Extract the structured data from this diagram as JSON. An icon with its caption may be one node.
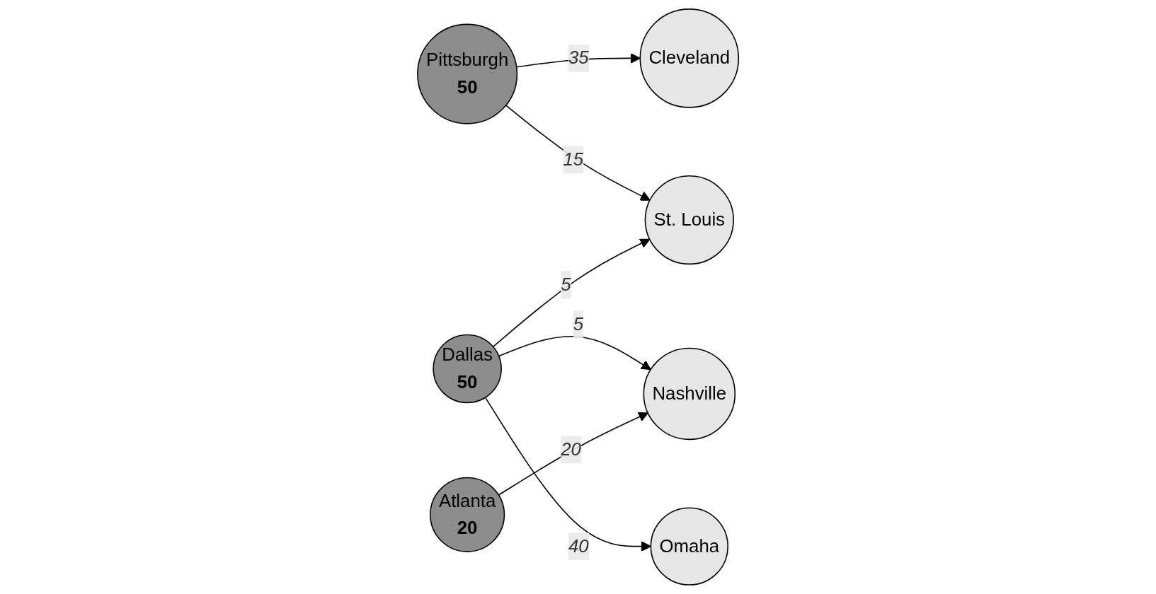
{
  "diagram": {
    "nodes": [
      {
        "text": [
          "Cleveland"
        ]
      },
      {
        "text": [
          "Omaha"
        ]
      },
      {
        "text": [
          "Pittsburgh",
          "50"
        ]
      },
      {
        "text": [
          "St. Louis"
        ]
      },
      {
        "text": [
          "Nashville"
        ]
      },
      {
        "text": [
          "Atlanta",
          "20"
        ]
      },
      {
        "text": [
          "Dallas",
          "50"
        ]
      }
    ],
    "edges": [
      {
        "from": 2,
        "to": 0,
        "arrow": "to",
        "label": "35"
      },
      {
        "from": 2,
        "to": 3,
        "arrow": "to",
        "label": "15"
      },
      {
        "from": 6,
        "to": 1,
        "arrow": "to",
        "label": "40"
      },
      {
        "from": 6,
        "to": 3,
        "arrow": "to",
        "label": "5"
      },
      {
        "from": 6,
        "to": 4,
        "arrow": "to",
        "label": "5"
      },
      {
        "from": 5,
        "to": 4,
        "arrow": "to",
        "label": "20"
      }
    ]
  }
}
